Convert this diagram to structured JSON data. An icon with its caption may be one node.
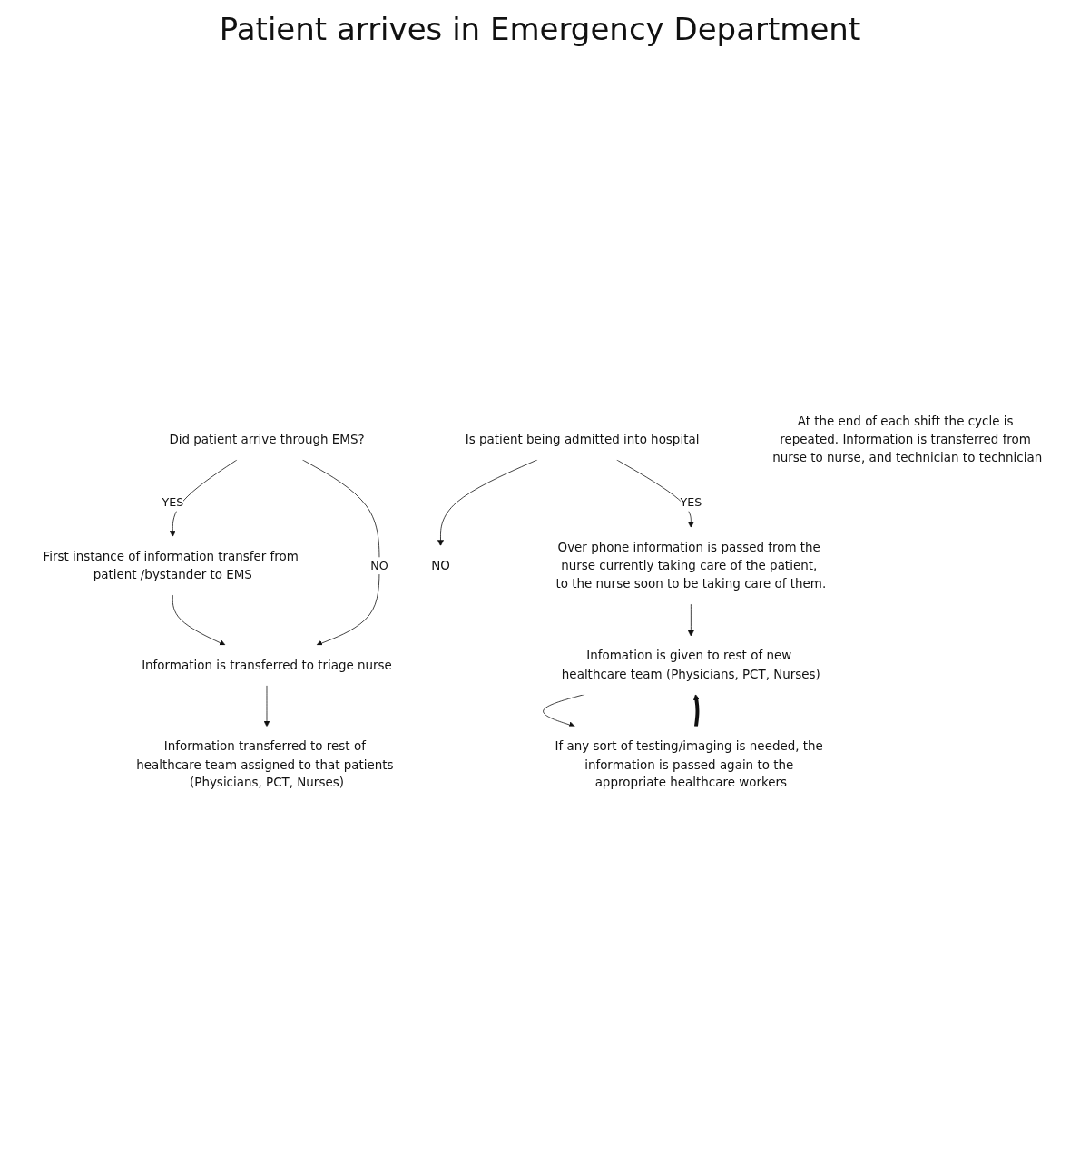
{
  "diagram": {
    "title": "Patient arrives in Emergency Department",
    "nodes": [
      {
        "text": [
          "Did patient arrive through EMS?"
        ]
      },
      {
        "text": [
          "First instance of information transfer from patient /bystander to EMS"
        ]
      },
      {
        "text": [
          "Information is transferred to triage nurse"
        ]
      },
      {
        "text": [
          "Information transferred to rest of healthcare team assigned to that patients (Physicians, PCT, Nurses)"
        ]
      },
      {
        "text": [
          "Is patient being admitted into hospital"
        ]
      },
      {
        "text": [
          "NO"
        ]
      },
      {
        "text": [
          "Over phone information is passed from the nurse currently taking care of the patient, to the nurse soon to be taking care of them."
        ]
      },
      {
        "text": [
          "Infomation is given to rest of new healthcare team (Physicians, PCT, Nurses)"
        ]
      },
      {
        "text": [
          "If any sort of testing/imaging is needed, the information is passed again to the appropriate healthcare workers"
        ]
      },
      {
        "text": [
          "At the end of each shift the cycle is repeated. Information is transferred from nurse to nurse, and technician to technician"
        ]
      }
    ],
    "edges": [
      {
        "from": 0,
        "to": 1,
        "arrow": "to",
        "label": "YES"
      },
      {
        "from": 0,
        "to": 2,
        "arrow": "to",
        "label": "NO"
      },
      {
        "from": 1,
        "to": 2,
        "arrow": "to"
      },
      {
        "from": 2,
        "to": 3,
        "arrow": "to"
      },
      {
        "from": 4,
        "to": 5,
        "arrow": "to"
      },
      {
        "from": 4,
        "to": 6,
        "arrow": "to",
        "label": "YES"
      },
      {
        "from": 6,
        "to": 7,
        "arrow": "to"
      },
      {
        "from": 7,
        "to": 8,
        "arrow": "to"
      },
      {
        "from": 8,
        "to": 7,
        "arrow": "to",
        "style": "thick"
      }
    ]
  }
}
